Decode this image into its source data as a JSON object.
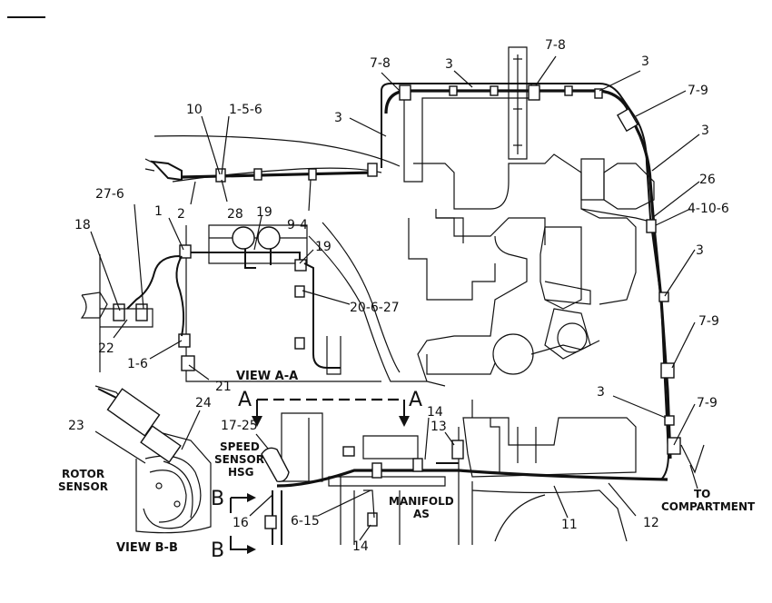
{
  "callouts": {
    "c_7_8_left": "7-8",
    "c_3_top": "3",
    "c_7_8_right": "7-8",
    "c_3_topright": "3",
    "c_7_9_top": "7-9",
    "c_3_left": "3",
    "c_3_right": "3",
    "c_10": "10",
    "c_1_5_6": "1-5-6",
    "c_26": "26",
    "c_4_10_6": "4-10-6",
    "c_27_6": "27-6",
    "c_1": "1",
    "c_2": "2",
    "c_28": "28",
    "c_19_a": "19",
    "c_9_4": "9-4",
    "c_18": "18",
    "c_19_b": "19",
    "c_3_mid": "3",
    "c_20_6_27": "20-6-27",
    "c_7_9_mid": "7-9",
    "c_22": "22",
    "c_1_6": "1-6",
    "c_21": "21",
    "c_3_lower": "3",
    "c_7_9_lower": "7-9",
    "c_24": "24",
    "c_14_top": "14",
    "c_13": "13",
    "c_23": "23",
    "c_17_25": "17-25",
    "c_16": "16",
    "c_6_15": "6-15",
    "c_14_bottom": "14",
    "c_11": "11",
    "c_12": "12"
  },
  "views": {
    "view_a_a": "VIEW A-A",
    "view_b_b": "VIEW B-B",
    "section_a_left": "A",
    "section_a_right": "A",
    "section_b_top": "B",
    "section_b_bottom": "B"
  },
  "notes": {
    "speed_line1": "SPEED",
    "speed_line2": "SENSOR",
    "speed_line3": "HSG",
    "rotor_line1": "ROTOR",
    "rotor_line2": "SENSOR",
    "manifold_line1": "MANIFOLD",
    "manifold_line2": "AS",
    "to_line1": "TO",
    "to_line2": "COMPARTMENT"
  }
}
